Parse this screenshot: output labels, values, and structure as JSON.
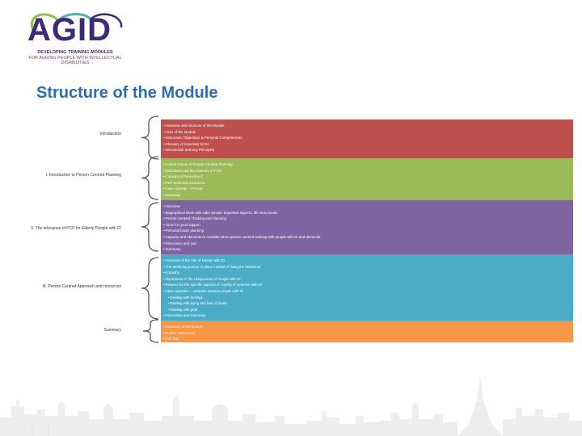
{
  "logo": {
    "word": "AGID",
    "line1": "DEVELOPING TRAINING MODULES",
    "line2": "FOR AGEING PEOPLE WITH INTELLECTUAL DISABILITIES"
  },
  "title": "Structure of the Module",
  "sections": [
    {
      "label": "Introduction",
      "color": "#c0504d",
      "items": [
        "Overview and structure of the Module",
        "Aims of the Module",
        "Outcomes: Objectives & Personal Competencies",
        "Glossary of important terms",
        "Introduction and Key Principles"
      ]
    },
    {
      "label": "I. Introduction to Person Centred Planning",
      "color": "#9bbb59",
      "items": [
        "A short history of Person Centred Planning",
        "Definitions and key features of PCP",
        "Concept of Personhood",
        "PCP tools and resources",
        "Case vignette – Person",
        "Summary"
      ]
    },
    {
      "label": "II. The relevance of PCP for Elderly People with ID",
      "color": "#8064a2",
      "items": [
        "Overview",
        "Biographical Work with older people, important aspects, life story books",
        "Person Centred Thinking and Planning",
        "Tools for good support",
        "Personal future planning",
        "Capacity and elements to consider when person centred working with people with ID and dementia",
        "Discussion and quiz",
        "Summary"
      ]
    },
    {
      "label": "III. Person Centred Approach and resources",
      "color": "#4bacc6",
      "items": [
        {
          "text": "Overview of the role of Person with ID",
          "sub": false
        },
        {
          "text": "The Welbeing person or place instead of fixing the behaviour",
          "sub": false
        },
        {
          "text": "Empathy",
          "sub": false
        },
        {
          "text": "Importance of the Uniqueness of People with ID",
          "sub": false
        },
        {
          "text": "Respect for the specific aspects of Coping of a person with ID",
          "sub": false
        },
        {
          "text": "Case vignettes – Attitudes towards people with ID",
          "sub": false
        },
        {
          "text": "Dealing with feelings",
          "sub": true
        },
        {
          "text": "Dealing with dying and loss of death",
          "sub": true
        },
        {
          "text": "Dealing with grief",
          "sub": true
        },
        {
          "text": "Discussion and Summary",
          "sub": false
        }
      ]
    },
    {
      "label": "Summary",
      "color": "#f79646",
      "items": [
        "Summary of the Module",
        "Further Resources",
        "Self Test"
      ]
    }
  ]
}
